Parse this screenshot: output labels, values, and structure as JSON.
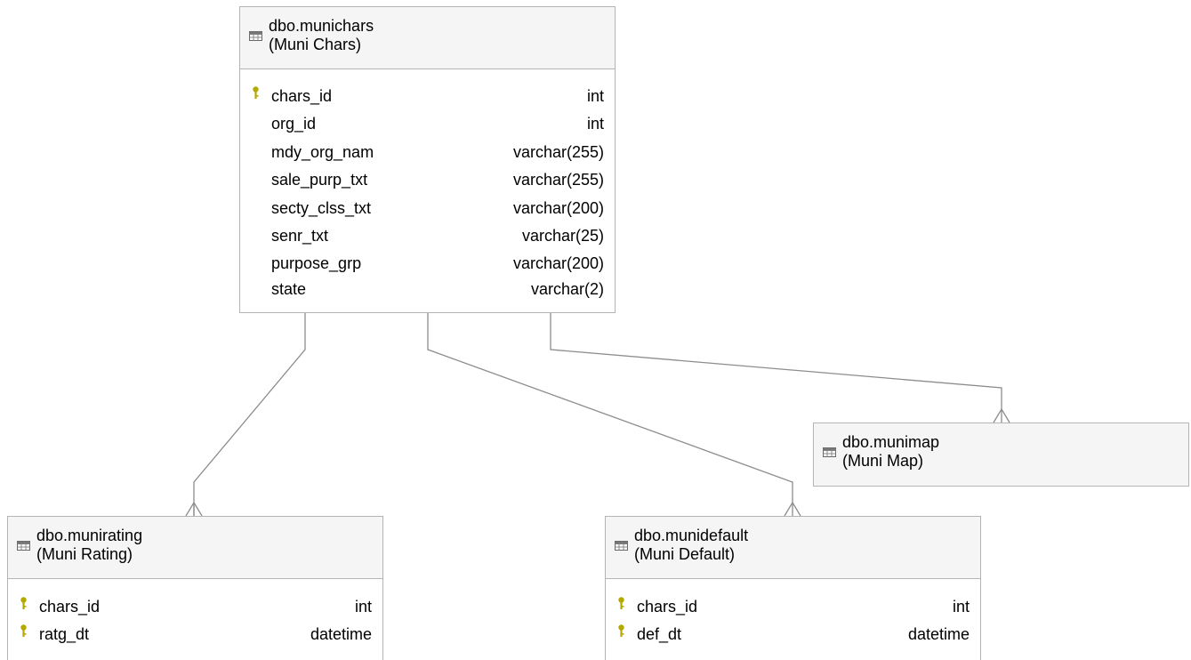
{
  "tables": {
    "munichars": {
      "name": "dbo.munichars",
      "alias": "(Muni Chars)",
      "columns": [
        {
          "name": "chars_id",
          "type": "int",
          "pk": true
        },
        {
          "name": "org_id",
          "type": "int",
          "pk": false
        },
        {
          "name": "mdy_org_nam",
          "type": "varchar(255)",
          "pk": false
        },
        {
          "name": "sale_purp_txt",
          "type": "varchar(255)",
          "pk": false
        },
        {
          "name": "secty_clss_txt",
          "type": "varchar(200)",
          "pk": false
        },
        {
          "name": "senr_txt",
          "type": "varchar(25)",
          "pk": false
        },
        {
          "name": "purpose_grp",
          "type": "varchar(200)",
          "pk": false
        },
        {
          "name": "state",
          "type": "varchar(2)",
          "pk": false
        }
      ]
    },
    "munirating": {
      "name": "dbo.munirating",
      "alias": "(Muni Rating)",
      "columns": [
        {
          "name": "chars_id",
          "type": "int",
          "pk": true
        },
        {
          "name": "ratg_dt",
          "type": "datetime",
          "pk": true
        }
      ]
    },
    "munidefault": {
      "name": "dbo.munidefault",
      "alias": "(Muni Default)",
      "columns": [
        {
          "name": "chars_id",
          "type": "int",
          "pk": true
        },
        {
          "name": "def_dt",
          "type": "datetime",
          "pk": true
        }
      ]
    },
    "munimap": {
      "name": "dbo.munimap",
      "alias": "(Muni Map)",
      "columns": []
    }
  },
  "relationships": [
    {
      "from": "munichars",
      "to": "munirating",
      "cardinality": "one-to-many"
    },
    {
      "from": "munichars",
      "to": "munidefault",
      "cardinality": "one-to-many"
    },
    {
      "from": "munichars",
      "to": "munimap",
      "cardinality": "one-to-many"
    }
  ],
  "colors": {
    "border": "#b4b4b4",
    "header_bg": "#f5f5f5",
    "connector": "#8c8c8c",
    "key_icon": "#b5a800"
  }
}
